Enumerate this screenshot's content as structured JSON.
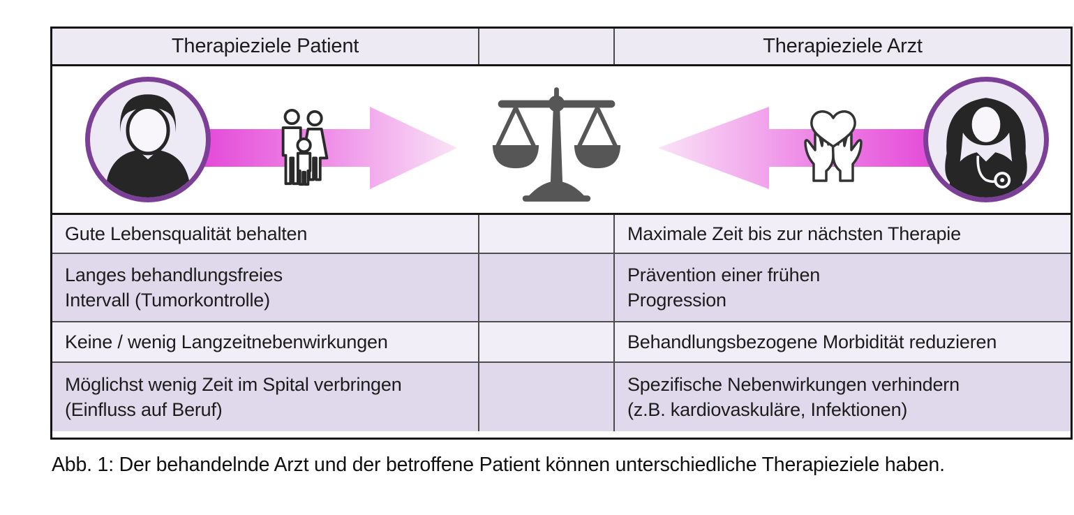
{
  "figure": {
    "table": {
      "header": {
        "patient": "Therapieziele Patient",
        "arzt": "Therapieziele Arzt"
      },
      "rows": [
        {
          "patient": "Gute Lebensqualität behalten",
          "arzt": "Maximale Zeit bis zur nächsten Therapie"
        },
        {
          "patient": "Langes behandlungsfreies\nIntervall (Tumorkontrolle)",
          "arzt": "Prävention einer frühen\nProgression"
        },
        {
          "patient": "Keine / wenig Langzeitnebenwirkungen",
          "arzt": "Behandlungsbezogene Morbidität reduzieren"
        },
        {
          "patient": "Möglichst wenig Zeit im Spital verbringen\n(Einfluss auf Beruf)",
          "arzt": "Spezifische Nebenwirkungen verhindern\n(z.B. kardiovaskuläre, Infektionen)"
        }
      ]
    },
    "illustration": {
      "icons": [
        "patient-avatar",
        "family-icon",
        "arrow-toward-center-right",
        "balance-scale-icon",
        "arrow-toward-center-left",
        "heart-in-hands-icon",
        "doctor-avatar"
      ]
    },
    "caption": "Abb. 1: Der behandelnde Arzt und der betroffene Patient können unterschiedliche Therapieziele haben."
  },
  "colors": {
    "accent_purple": "#7c3f97",
    "arrow_magenta": "#e448d8",
    "arrow_pale": "#f9e3f7",
    "header_bg": "#edeaf4",
    "row_light": "#f1eef7",
    "row_dark": "#e0d9eb",
    "icon_gray": "#565656",
    "border_dark": "#151515"
  }
}
